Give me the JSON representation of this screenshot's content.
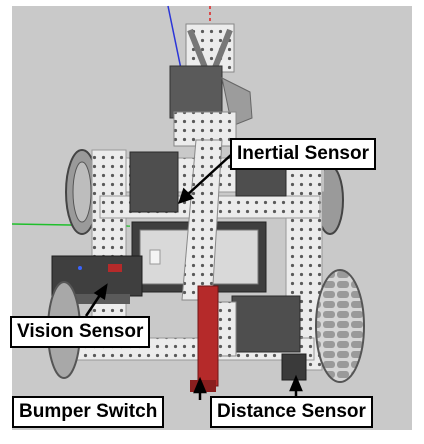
{
  "labels": {
    "inertial": "Inertial Sensor",
    "vision": "Vision Sensor",
    "bumper": "Bumper Switch",
    "distance": "Distance Sensor"
  },
  "colors": {
    "background": "#ffffff",
    "floor": "#c9c9c9",
    "chassis": "#eaeaea",
    "hole": "#555555",
    "dark_part": "#4a4a4a",
    "bumper": "#b52a2a",
    "axis_blue": "#2b35d8",
    "axis_green": "#1fbf2b",
    "axis_red": "#e02020",
    "label_border": "#000000"
  },
  "icons": {
    "robot": "vex-robot-3d-render",
    "arrow": "callout-arrow"
  }
}
